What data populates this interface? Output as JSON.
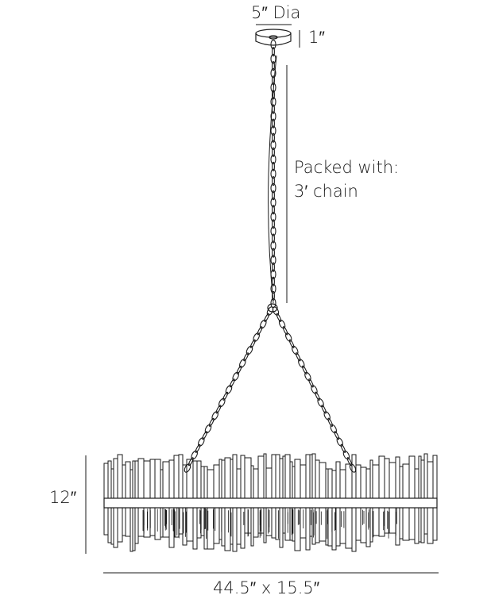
{
  "dimensions": {
    "canopy_diameter": "5″ Dia",
    "canopy_height": "1″",
    "chain_note_line1": "Packed with:",
    "chain_note_line2": "3′ chain",
    "fixture_height": "12″",
    "fixture_size": "44.5″ x 15.5″"
  },
  "colors": {
    "line": "#1a1a1a",
    "background": "#ffffff"
  }
}
